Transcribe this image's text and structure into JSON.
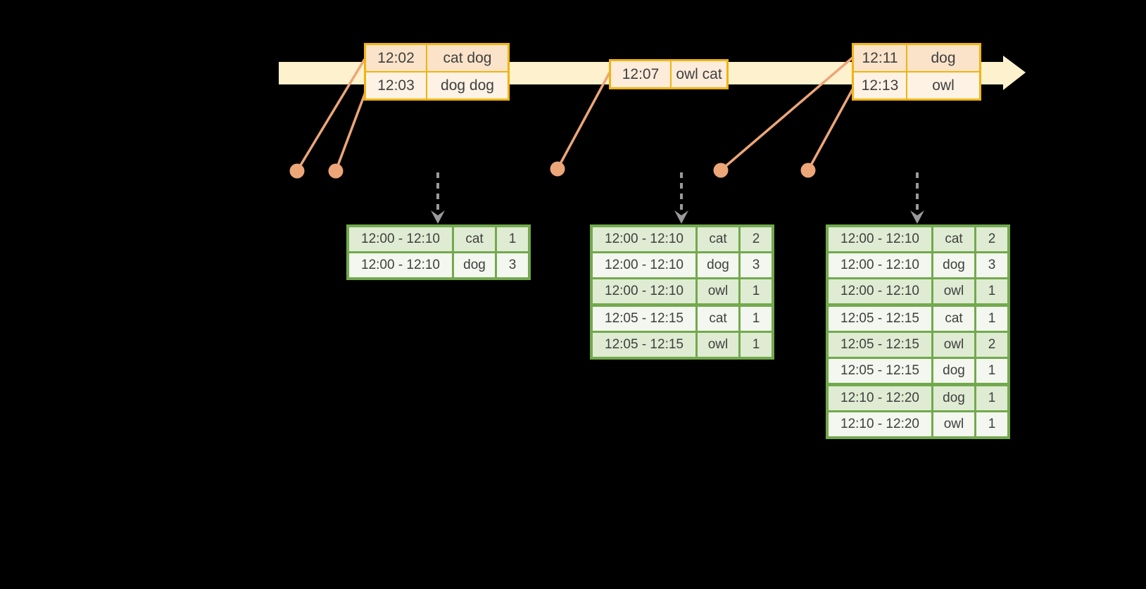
{
  "colors": {
    "background": "#000000",
    "timeline_fill": "#fdf2cd",
    "event_border": "#f0b411",
    "event_row_dark": "#fae3c8",
    "event_row_light": "#fdf2e4",
    "event_row_mid": "#fcecd9",
    "connector": "#eda678",
    "dashed_arrow": "#9a9a9a",
    "result_border": "#72a94d",
    "result_row_green": "#dfecd3",
    "result_row_white": "#f3f7ef",
    "text": "#3f3f3f"
  },
  "event_tables": [
    {
      "rows": [
        {
          "time": "12:02",
          "words": "cat dog"
        },
        {
          "time": "12:03",
          "words": "dog dog"
        }
      ]
    },
    {
      "rows": [
        {
          "time": "12:07",
          "words": "owl cat"
        }
      ]
    },
    {
      "rows": [
        {
          "time": "12:11",
          "words": "dog"
        },
        {
          "time": "12:13",
          "words": "owl"
        }
      ]
    }
  ],
  "result_tables": [
    {
      "rows": [
        {
          "window": "12:00 - 12:10",
          "word": "cat",
          "count": "1"
        },
        {
          "window": "12:00 - 12:10",
          "word": "dog",
          "count": "3"
        }
      ]
    },
    {
      "rows": [
        {
          "window": "12:00 - 12:10",
          "word": "cat",
          "count": "2"
        },
        {
          "window": "12:00 - 12:10",
          "word": "dog",
          "count": "3"
        },
        {
          "window": "12:00 - 12:10",
          "word": "owl",
          "count": "1"
        },
        {
          "window": "12:05 - 12:15",
          "word": "cat",
          "count": "1"
        },
        {
          "window": "12:05 - 12:15",
          "word": "owl",
          "count": "1"
        }
      ]
    },
    {
      "rows": [
        {
          "window": "12:00 - 12:10",
          "word": "cat",
          "count": "2"
        },
        {
          "window": "12:00 - 12:10",
          "word": "dog",
          "count": "3"
        },
        {
          "window": "12:00 - 12:10",
          "word": "owl",
          "count": "1"
        },
        {
          "window": "12:05 - 12:15",
          "word": "cat",
          "count": "1"
        },
        {
          "window": "12:05 - 12:15",
          "word": "owl",
          "count": "2"
        },
        {
          "window": "12:05 - 12:15",
          "word": "dog",
          "count": "1"
        },
        {
          "window": "12:10 - 12:20",
          "word": "dog",
          "count": "1"
        },
        {
          "window": "12:10 - 12:20",
          "word": "owl",
          "count": "1"
        }
      ]
    }
  ]
}
